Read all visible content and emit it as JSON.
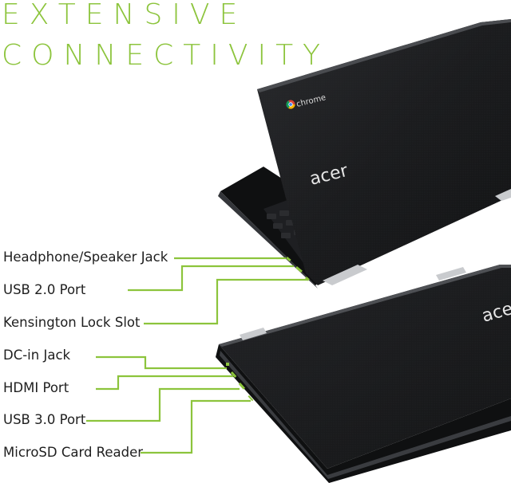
{
  "headline": {
    "line1": "EXTENSIVE",
    "line2": "CONNECTIVITY"
  },
  "ports": [
    "Headphone/Speaker Jack",
    "USB 2.0 Port",
    "Kensington Lock Slot",
    "DC-in Jack",
    "HDMI Port",
    "USB 3.0 Port",
    "MicroSD Card Reader"
  ],
  "product": {
    "logo_text": "acer",
    "os_badge_text": "chrome",
    "os_badge_icon": "chrome-icon"
  },
  "colors": {
    "accent_green": "#8cc43c",
    "laptop_body": "#1b1c1e",
    "hinge_silver": "#c9cbce",
    "label_text": "#1e1e1e"
  }
}
